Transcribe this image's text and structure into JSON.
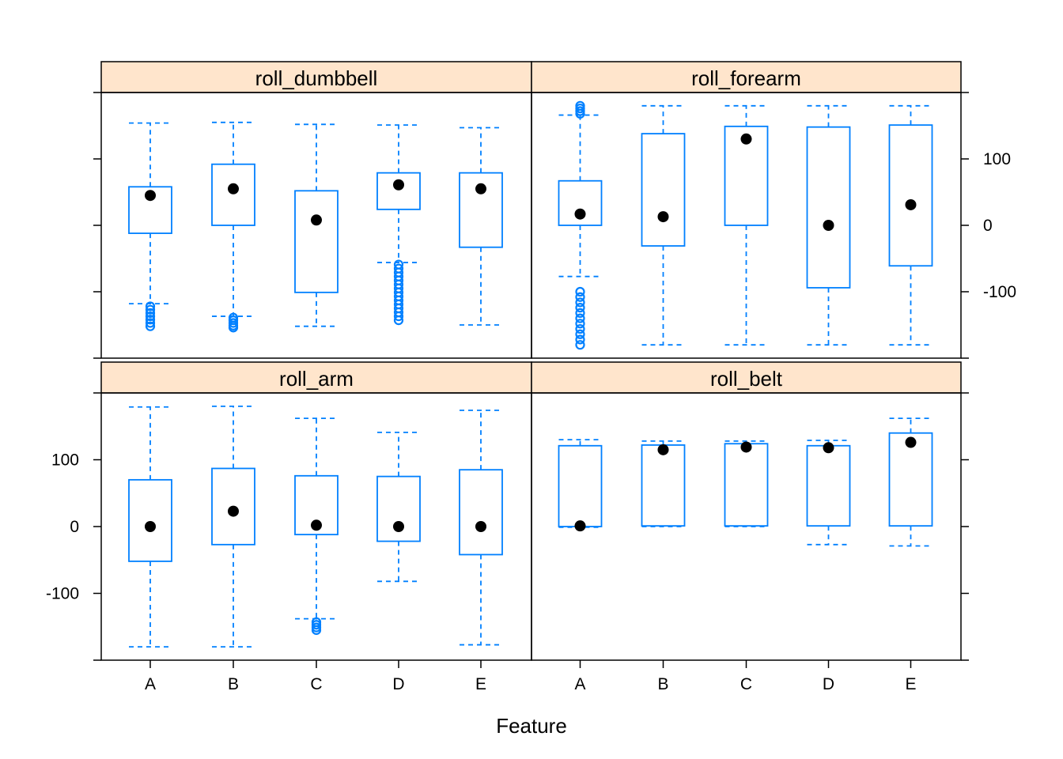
{
  "chart_data": {
    "type": "boxplot",
    "xlabel": "Feature",
    "categories": [
      "A",
      "B",
      "C",
      "D",
      "E"
    ],
    "ylim": [
      -200,
      200
    ],
    "yticks": [
      -100,
      0,
      100
    ],
    "colors": {
      "box": "#0080ff",
      "median": "#000000",
      "strip": "#ffe5cc",
      "frame": "#000000"
    },
    "panels": [
      {
        "name": "roll_dumbbell",
        "boxes": [
          {
            "category": "A",
            "whisker_low": -118,
            "q1": -12,
            "median": 45,
            "q3": 58,
            "whisker_high": 154,
            "outliers": [
              -122,
              -127,
              -132,
              -137,
              -142,
              -147,
              -152
            ]
          },
          {
            "category": "B",
            "whisker_low": -137,
            "q1": 0,
            "median": 55,
            "q3": 92,
            "whisker_high": 155,
            "outliers": [
              -139,
              -143,
              -147,
              -151,
              -154
            ]
          },
          {
            "category": "C",
            "whisker_low": -152,
            "q1": -101,
            "median": 8,
            "q3": 52,
            "whisker_high": 152,
            "outliers": []
          },
          {
            "category": "D",
            "whisker_low": -56,
            "q1": 24,
            "median": 61,
            "q3": 79,
            "whisker_high": 151,
            "outliers": [
              -59,
              -65,
              -71,
              -77,
              -83,
              -89,
              -95,
              -101,
              -107,
              -113,
              -119,
              -125,
              -131,
              -137,
              -143
            ]
          },
          {
            "category": "E",
            "whisker_low": -150,
            "q1": -33,
            "median": 55,
            "q3": 79,
            "whisker_high": 147,
            "outliers": []
          }
        ]
      },
      {
        "name": "roll_forearm",
        "boxes": [
          {
            "category": "A",
            "whisker_low": -77,
            "q1": 0,
            "median": 17,
            "q3": 67,
            "whisker_high": 166,
            "outliers": [
              -100,
              -108,
              -116,
              -124,
              -132,
              -140,
              -148,
              -156,
              -164,
              -172,
              -180,
              168,
              172,
              176,
              180
            ]
          },
          {
            "category": "B",
            "whisker_low": -180,
            "q1": -31,
            "median": 13,
            "q3": 138,
            "whisker_high": 180,
            "outliers": []
          },
          {
            "category": "C",
            "whisker_low": -180,
            "q1": 0,
            "median": 130,
            "q3": 149,
            "whisker_high": 180,
            "outliers": []
          },
          {
            "category": "D",
            "whisker_low": -180,
            "q1": -94,
            "median": 0,
            "q3": 148,
            "whisker_high": 180,
            "outliers": []
          },
          {
            "category": "E",
            "whisker_low": -180,
            "q1": -61,
            "median": 31,
            "q3": 151,
            "whisker_high": 180,
            "outliers": []
          }
        ]
      },
      {
        "name": "roll_arm",
        "boxes": [
          {
            "category": "A",
            "whisker_low": -180,
            "q1": -52,
            "median": 0,
            "q3": 70,
            "whisker_high": 179,
            "outliers": []
          },
          {
            "category": "B",
            "whisker_low": -180,
            "q1": -27,
            "median": 23,
            "q3": 87,
            "whisker_high": 180,
            "outliers": []
          },
          {
            "category": "C",
            "whisker_low": -138,
            "q1": -12,
            "median": 2,
            "q3": 76,
            "whisker_high": 162,
            "outliers": [
              -143,
              -147,
              -151,
              -155
            ]
          },
          {
            "category": "D",
            "whisker_low": -82,
            "q1": -22,
            "median": 0,
            "q3": 75,
            "whisker_high": 141,
            "outliers": []
          },
          {
            "category": "E",
            "whisker_low": -177,
            "q1": -42,
            "median": 0,
            "q3": 85,
            "whisker_high": 174,
            "outliers": []
          }
        ]
      },
      {
        "name": "roll_belt",
        "boxes": [
          {
            "category": "A",
            "whisker_low": -1,
            "q1": 0,
            "median": 1,
            "q3": 121,
            "whisker_high": 130,
            "outliers": []
          },
          {
            "category": "B",
            "whisker_low": 0,
            "q1": 1,
            "median": 115,
            "q3": 122,
            "whisker_high": 128,
            "outliers": []
          },
          {
            "category": "C",
            "whisker_low": 0,
            "q1": 1,
            "median": 119,
            "q3": 124,
            "whisker_high": 128,
            "outliers": []
          },
          {
            "category": "D",
            "whisker_low": -27,
            "q1": 1,
            "median": 118,
            "q3": 121,
            "whisker_high": 129,
            "outliers": []
          },
          {
            "category": "E",
            "whisker_low": -29,
            "q1": 1,
            "median": 126,
            "q3": 140,
            "whisker_high": 162,
            "outliers": []
          }
        ]
      }
    ]
  }
}
